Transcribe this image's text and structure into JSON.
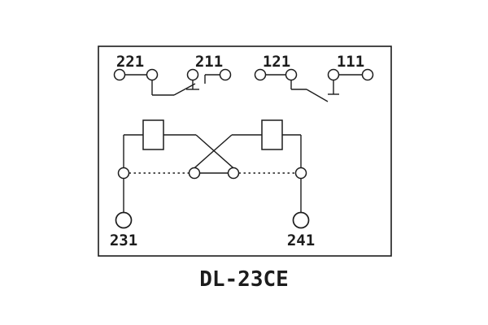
{
  "caption": "DL-23CE",
  "labels": {
    "t221": "221",
    "t211": "211",
    "t121": "121",
    "t111": "111",
    "t231": "231",
    "t241": "241"
  },
  "colors": {
    "line": "#1c1c1c",
    "background": "#ffffff"
  }
}
